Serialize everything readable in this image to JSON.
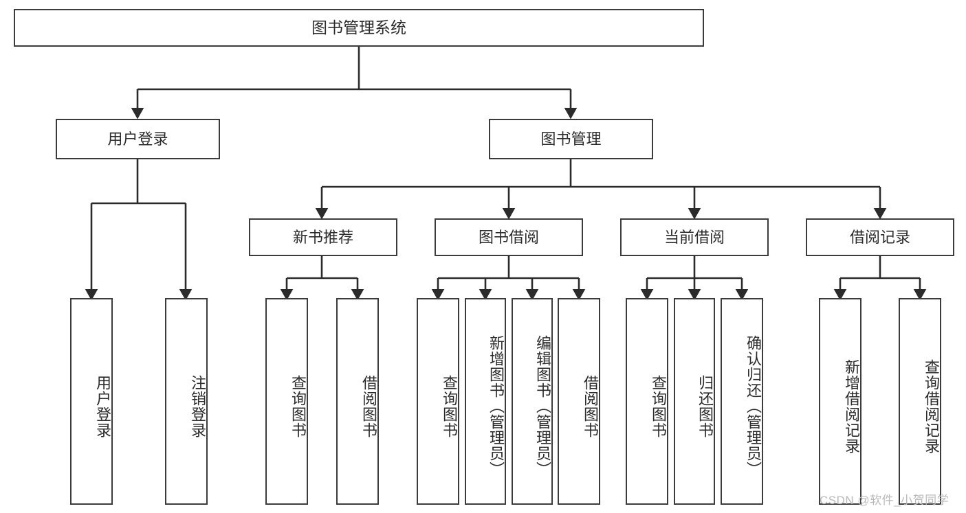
{
  "diagram": {
    "type": "hierarchy-tree",
    "title": "图书管理系统",
    "levels": 4,
    "root": {
      "id": "root",
      "label": "图书管理系统"
    },
    "level2": [
      {
        "id": "user-login",
        "label": "用户登录"
      },
      {
        "id": "book-manage",
        "label": "图书管理"
      }
    ],
    "level3": [
      {
        "id": "new-book-rec",
        "label": "新书推荐",
        "parent": "book-manage"
      },
      {
        "id": "book-borrow",
        "label": "图书借阅",
        "parent": "book-manage"
      },
      {
        "id": "current-borrow",
        "label": "当前借阅",
        "parent": "book-manage"
      },
      {
        "id": "borrow-record",
        "label": "借阅记录",
        "parent": "book-manage"
      }
    ],
    "leaves": [
      {
        "id": "leaf-user-login",
        "label": "用户登录",
        "parent": "user-login"
      },
      {
        "id": "leaf-logout",
        "label": "注销登录",
        "parent": "user-login"
      },
      {
        "id": "leaf-query-book-1",
        "label": "查询图书",
        "parent": "new-book-rec"
      },
      {
        "id": "leaf-borrow-book-1",
        "label": "借阅图书",
        "parent": "new-book-rec"
      },
      {
        "id": "leaf-query-book-2",
        "label": "查询图书",
        "parent": "book-borrow"
      },
      {
        "id": "leaf-add-book",
        "label": "新增图书（管理员）",
        "parent": "book-borrow"
      },
      {
        "id": "leaf-edit-book",
        "label": "编辑图书（管理员）",
        "parent": "book-borrow"
      },
      {
        "id": "leaf-borrow-book-2",
        "label": "借阅图书",
        "parent": "book-borrow"
      },
      {
        "id": "leaf-query-book-3",
        "label": "查询图书",
        "parent": "current-borrow"
      },
      {
        "id": "leaf-return-book",
        "label": "归还图书",
        "parent": "current-borrow"
      },
      {
        "id": "leaf-confirm-return",
        "label": "确认归还（管理员）",
        "parent": "current-borrow"
      },
      {
        "id": "leaf-add-record",
        "label": "新增借阅记录",
        "parent": "borrow-record"
      },
      {
        "id": "leaf-query-record",
        "label": "查询借阅记录",
        "parent": "borrow-record"
      }
    ]
  },
  "watermark": {
    "text": "CSDN @软件_小贺同学"
  },
  "colors": {
    "stroke": "#3b3b3b",
    "fill": "#ffffff",
    "text": "#2b2b2b",
    "watermark": "#b9b9b9"
  }
}
